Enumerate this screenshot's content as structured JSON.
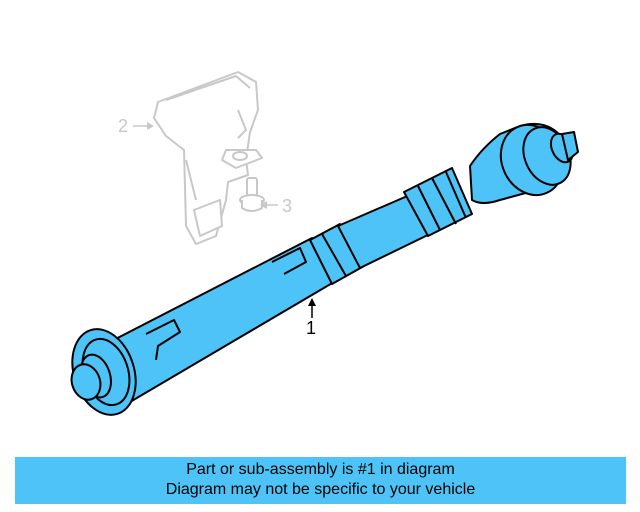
{
  "callouts": {
    "shaft": "1",
    "bracket": "2",
    "bolt": "3"
  },
  "banner": {
    "line1": "Part or sub-assembly is #1 in diagram",
    "line2": "Diagram may not be specific to your vehicle"
  },
  "colors": {
    "highlight": "#4dc3f7",
    "outline": "#000000",
    "ghost": "#c8c8c8"
  }
}
